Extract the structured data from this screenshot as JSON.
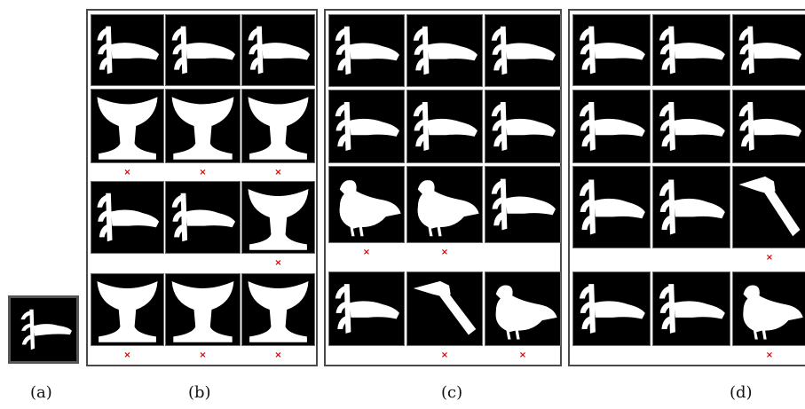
{
  "captions": {
    "a": "(a)",
    "b": "(b)",
    "c": "(c)",
    "d": "(d)"
  },
  "wrong_mark": "×",
  "icons": {
    "query": "fork-shape-icon",
    "fork": "fork-shape-icon",
    "cup": "cup-shape-icon",
    "bird": "bird-shape-icon",
    "hammer": "hammer-shape-icon"
  },
  "colors": {
    "wrong_mark": "#e00000",
    "shape": "#ffffff",
    "tile_bg": "#000000"
  },
  "panels": {
    "b": [
      [
        "fork",
        "fork",
        "fork"
      ],
      [
        "cup",
        "cup",
        "cup"
      ],
      [
        "fork",
        "fork",
        "cup"
      ],
      [
        "cup",
        "cup",
        "cup"
      ]
    ],
    "c": [
      [
        "fork",
        "fork",
        "fork"
      ],
      [
        "fork",
        "fork",
        "fork"
      ],
      [
        "bird",
        "bird",
        "fork"
      ],
      [
        "fork",
        "hammer",
        "bird"
      ]
    ],
    "d": [
      [
        "fork",
        "fork",
        "fork"
      ],
      [
        "fork",
        "fork",
        "fork"
      ],
      [
        "fork",
        "fork",
        "hammer"
      ],
      [
        "fork",
        "fork",
        "bird"
      ]
    ]
  }
}
